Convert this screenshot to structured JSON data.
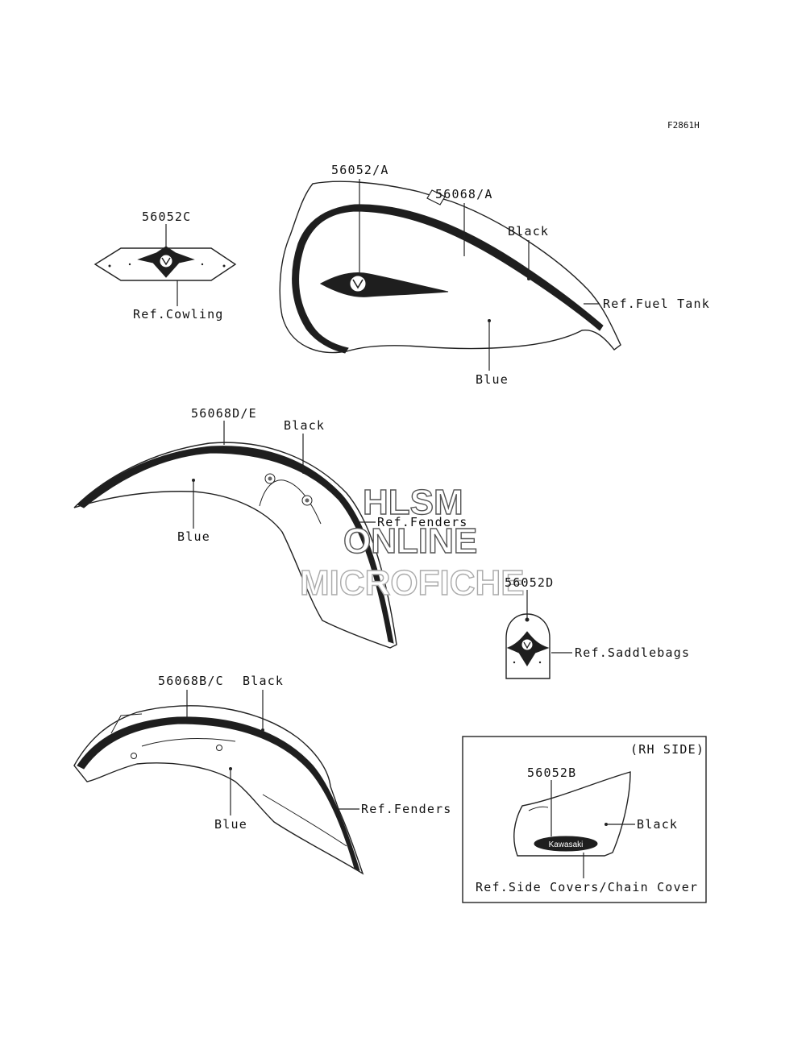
{
  "figure_code": "F2861H",
  "parts": {
    "cowling_emblem": "56052C",
    "tank_emblem": "56052/A",
    "tank_stripe": "56068/A",
    "front_fender_stripe": "56068D/E",
    "saddlebag_emblem": "56052D",
    "rear_fender_stripe": "56068B/C",
    "side_cover_emblem": "56052B"
  },
  "refs": {
    "cowling": "Ref.Cowling",
    "fuel_tank": "Ref.Fuel Tank",
    "fenders_front": "Ref.Fenders",
    "saddlebags": "Ref.Saddlebags",
    "fenders_rear": "Ref.Fenders",
    "side_covers": "Ref.Side Covers/Chain Cover"
  },
  "colors": {
    "tank_black": "Black",
    "tank_blue": "Blue",
    "front_black": "Black",
    "front_blue": "Blue",
    "rear_black": "Black",
    "rear_blue": "Blue",
    "side_black": "Black"
  },
  "inset_title": "(RH SIDE)",
  "badge_text": "Kawasaki",
  "watermark": [
    "HLSM",
    "ONLINE",
    "MICROFICHE"
  ]
}
